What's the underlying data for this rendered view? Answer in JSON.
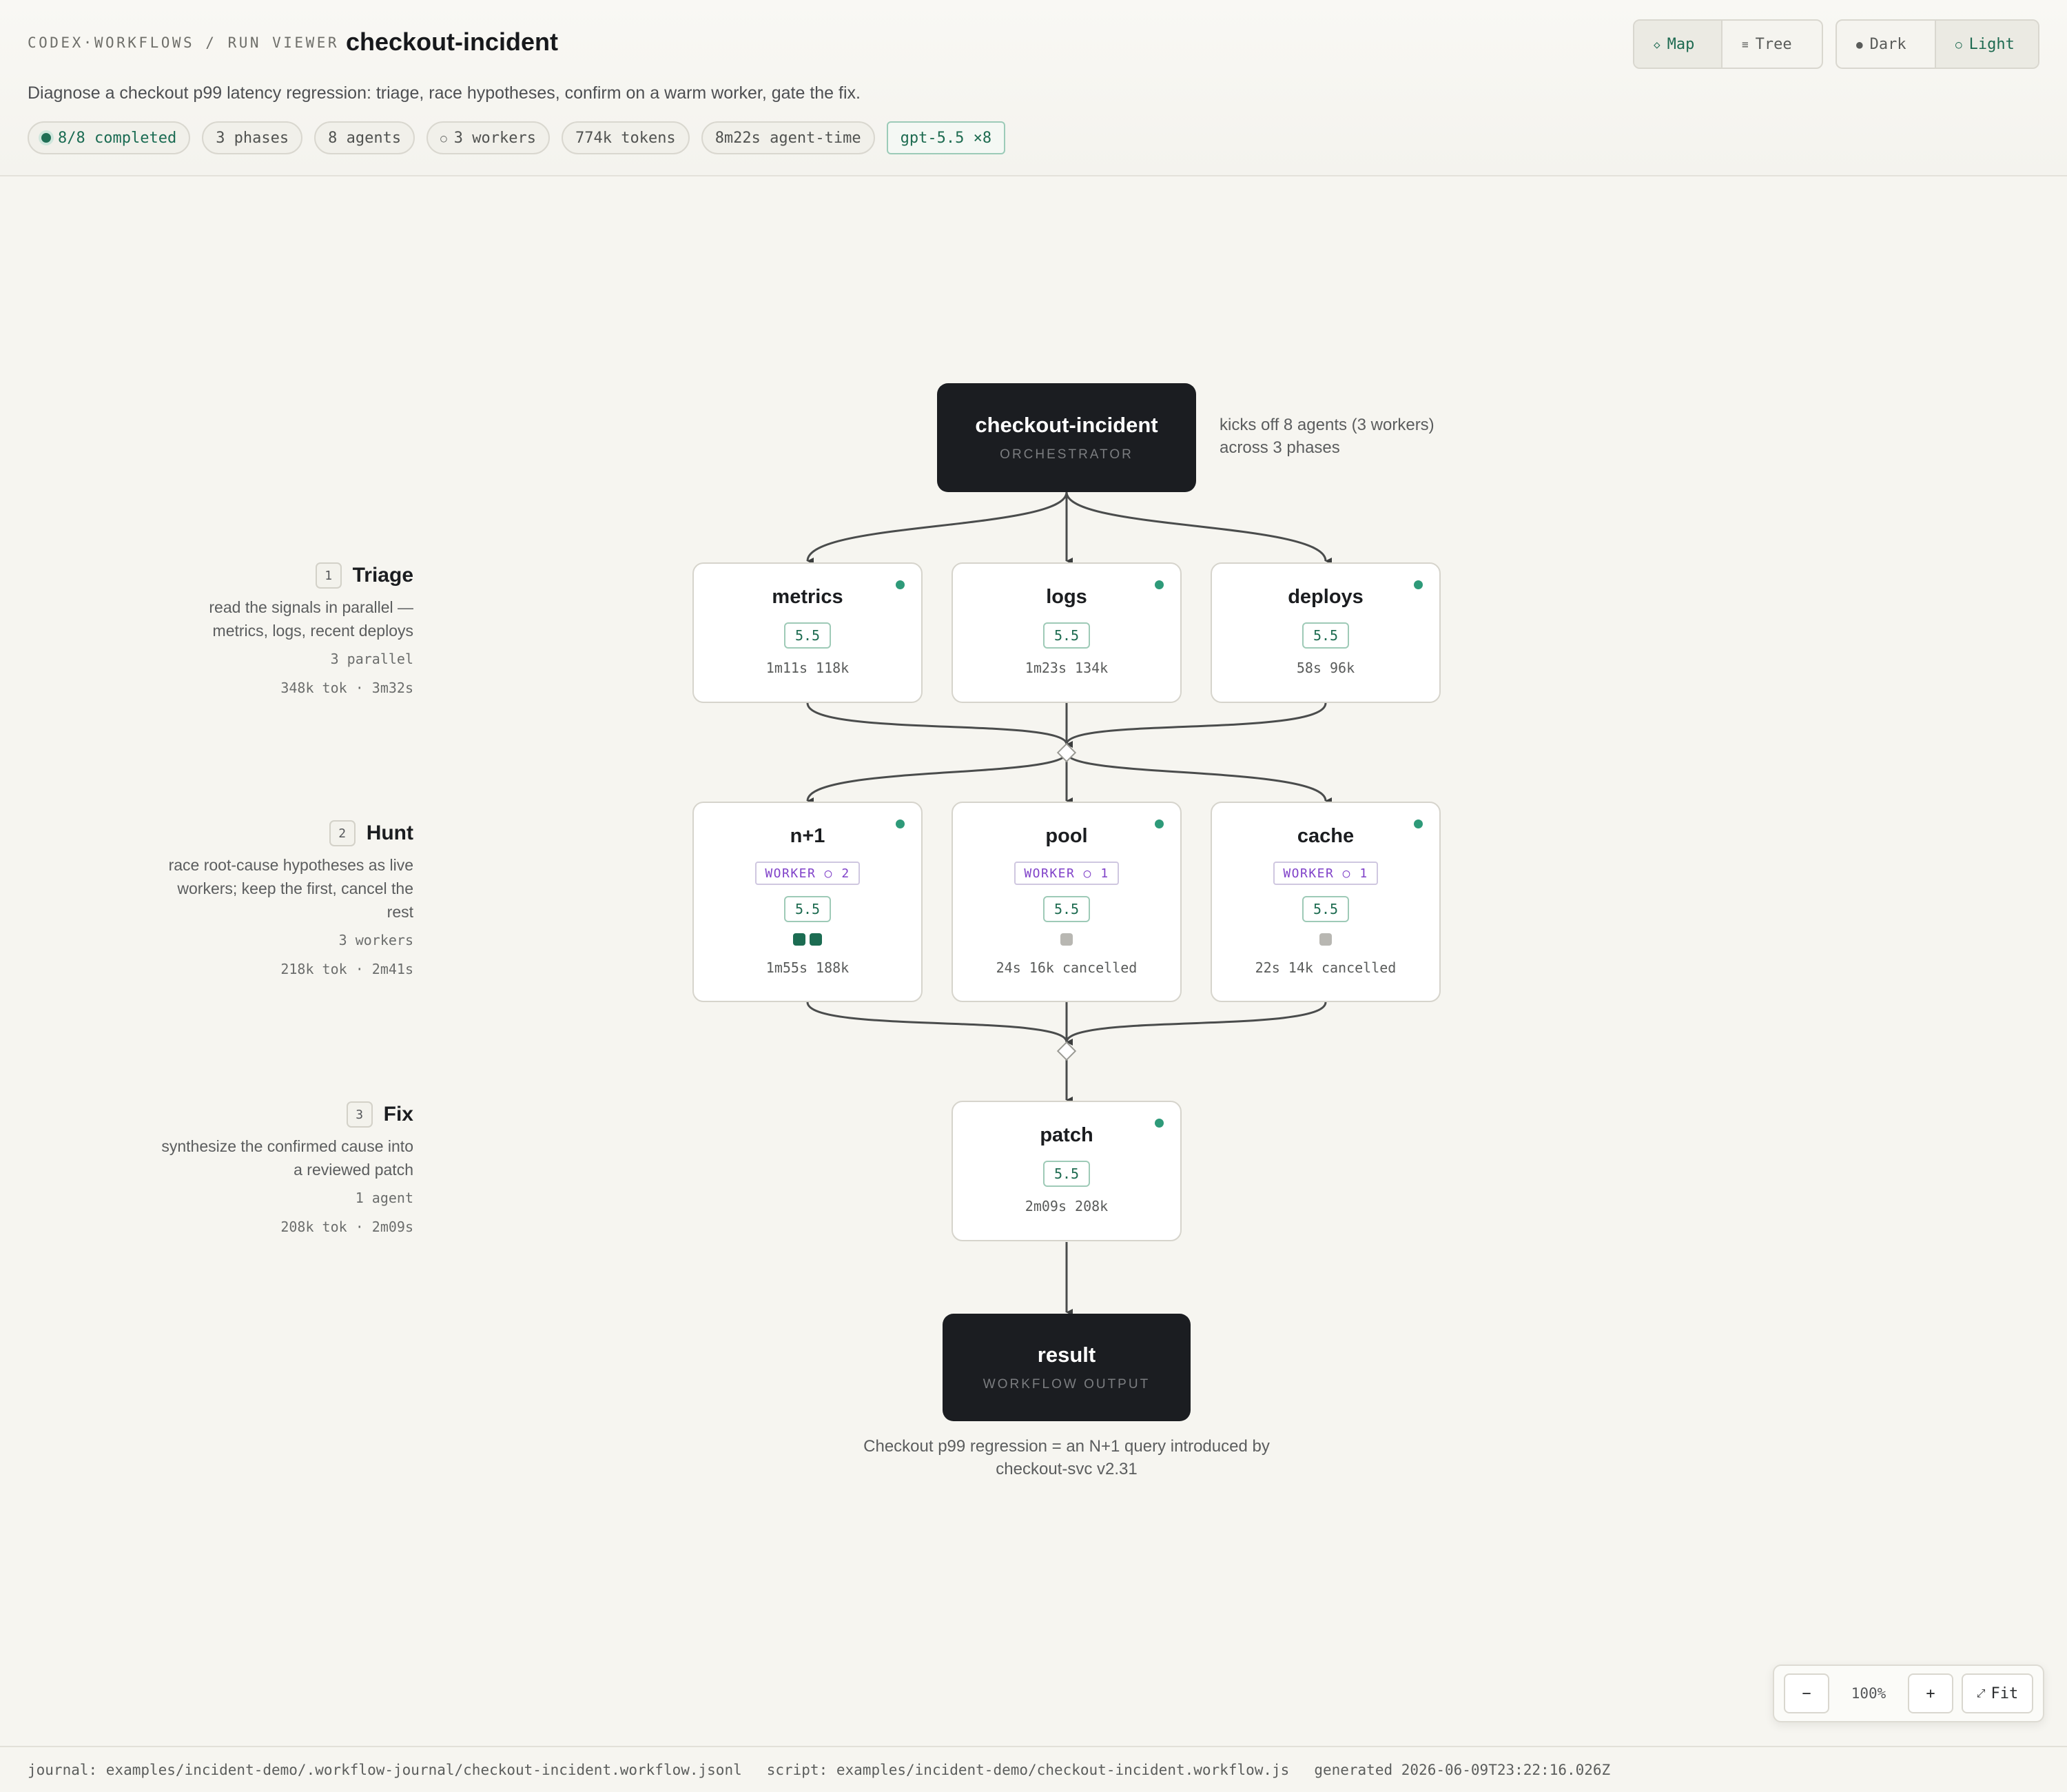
{
  "header": {
    "breadcrumb": "CODEX·WORKFLOWS / RUN VIEWER",
    "title": "checkout-incident",
    "description": "Diagnose a checkout p99 latency regression: triage, race hypotheses, confirm on a warm worker, gate the fix.",
    "chips": {
      "status": "8/8 completed",
      "phases": "3 phases",
      "agents": "8 agents",
      "workers": "3 workers",
      "tokens": "774k tokens",
      "agent_time": "8m22s agent-time",
      "model": "gpt-5.5 ×8"
    },
    "view_toggle": {
      "map": "Map",
      "tree": "Tree",
      "active": "Map"
    },
    "theme_toggle": {
      "dark": "Dark",
      "light": "Light",
      "active": "Light"
    },
    "icons": {
      "map": "diamond-icon",
      "tree": "list-icon",
      "dark": "filled-circle-icon",
      "light": "circle-icon",
      "workers": "circle-icon"
    }
  },
  "orchestrator": {
    "title": "checkout-incident",
    "subtitle": "ORCHESTRATOR",
    "note_line1": "kicks off 8 agents (3 workers)",
    "note_line2": "across 3 phases"
  },
  "phases": [
    {
      "number": "1",
      "name": "Triage",
      "desc_line1": "read the signals in parallel —",
      "desc_line2": "metrics, logs, recent deploys",
      "meta": "3 parallel",
      "stats": "348k tok · 3m32s",
      "agents": [
        {
          "name": "metrics",
          "model": "5.5",
          "stats": "1m11s 118k"
        },
        {
          "name": "logs",
          "model": "5.5",
          "stats": "1m23s 134k"
        },
        {
          "name": "deploys",
          "model": "5.5",
          "stats": "58s 96k"
        }
      ]
    },
    {
      "number": "2",
      "name": "Hunt",
      "desc_line1": "race root-cause hypotheses as live",
      "desc_line2": "workers; keep the first, cancel the",
      "desc_line3": "rest",
      "meta": "3 workers",
      "stats": "218k tok · 2m41s",
      "agents": [
        {
          "name": "n+1",
          "worker": "WORKER ○ 2",
          "model": "5.5",
          "stats": "1m55s 188k",
          "runs_done": 2,
          "runs_cancelled": 0
        },
        {
          "name": "pool",
          "worker": "WORKER ○ 1",
          "model": "5.5",
          "stats": "24s 16k cancelled",
          "runs_done": 0,
          "runs_cancelled": 1
        },
        {
          "name": "cache",
          "worker": "WORKER ○ 1",
          "model": "5.5",
          "stats": "22s 14k cancelled",
          "runs_done": 0,
          "runs_cancelled": 1
        }
      ]
    },
    {
      "number": "3",
      "name": "Fix",
      "desc_line1": "synthesize the confirmed cause into",
      "desc_line2": "a reviewed patch",
      "meta": "1 agent",
      "stats": "208k tok · 2m09s",
      "agents": [
        {
          "name": "patch",
          "model": "5.5",
          "stats": "2m09s 208k"
        }
      ]
    }
  ],
  "result": {
    "title": "result",
    "subtitle": "WORKFLOW OUTPUT",
    "text_line1": "Checkout p99 regression = an N+1 query introduced by",
    "text_line2": "checkout-svc v2.31"
  },
  "zoom": {
    "minus": "−",
    "level": "100%",
    "plus": "+",
    "fit": "Fit"
  },
  "footer": {
    "journal": "journal: examples/incident-demo/.workflow-journal/checkout-incident.workflow.jsonl",
    "script": "script: examples/incident-demo/checkout-incident.workflow.js",
    "generated": "generated 2026-06-09T23:22:16.026Z"
  },
  "colors": {
    "accent_green": "#1d6b50",
    "worker_purple": "#8042c9",
    "dark_node": "#1b1d21",
    "background": "#f6f5f0"
  }
}
